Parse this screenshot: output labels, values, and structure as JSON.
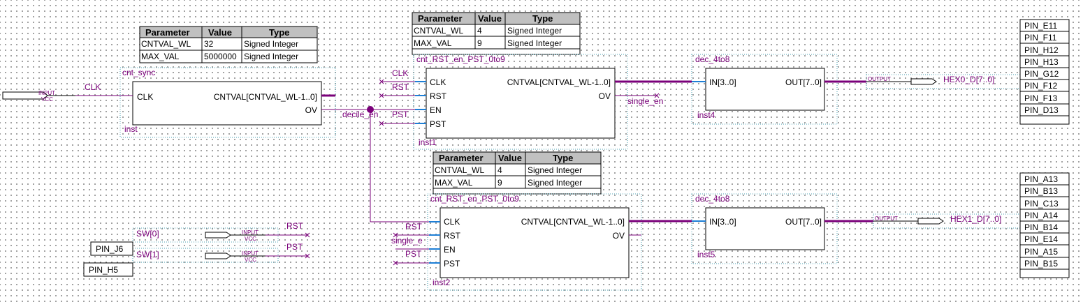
{
  "param_tables": [
    {
      "headers": [
        "Parameter",
        "Value",
        "Type"
      ],
      "rows": [
        [
          "CNTVAL_WL",
          "32",
          "Signed Integer"
        ],
        [
          "MAX_VAL",
          "5000000",
          "Signed Integer"
        ]
      ]
    },
    {
      "headers": [
        "Parameter",
        "Value",
        "Type"
      ],
      "rows": [
        [
          "CNTVAL_WL",
          "4",
          "Signed Integer"
        ],
        [
          "MAX_VAL",
          "9",
          "Signed Integer"
        ]
      ]
    },
    {
      "headers": [
        "Parameter",
        "Value",
        "Type"
      ],
      "rows": [
        [
          "CNTVAL_WL",
          "4",
          "Signed Integer"
        ],
        [
          "MAX_VAL",
          "9",
          "Signed Integer"
        ]
      ]
    }
  ],
  "blocks": [
    {
      "module": "cnt_sync",
      "instance": "inst",
      "inputs": [
        "CLK"
      ],
      "outputs": [
        "CNTVAL[CNTVAL_WL-1..0]",
        "OV"
      ]
    },
    {
      "module": "cnt_RST_en_PST_0to9",
      "instance": "inst1",
      "inputs": [
        "CLK",
        "RST",
        "EN",
        "PST"
      ],
      "outputs": [
        "CNTVAL[CNTVAL_WL-1..0]",
        "OV"
      ]
    },
    {
      "module": "cnt_RST_en_PST_0to9",
      "instance": "inst2",
      "inputs": [
        "CLK",
        "RST",
        "EN",
        "PST"
      ],
      "outputs": [
        "CNTVAL[CNTVAL_WL-1..0]",
        "OV"
      ]
    },
    {
      "module": "dec_4to8",
      "instance": "inst4",
      "inputs": [
        "IN[3..0]"
      ],
      "outputs": [
        "OUT[7..0]"
      ]
    },
    {
      "module": "dec_4to8",
      "instance": "inst5",
      "inputs": [
        "IN[3..0]"
      ],
      "outputs": [
        "OUT[7..0]"
      ]
    }
  ],
  "ports": [
    {
      "kind": "INPUT",
      "sub": "VCC",
      "name": ""
    },
    {
      "kind": "INPUT",
      "sub": "VCC",
      "name": "SW[0]"
    },
    {
      "kind": "INPUT",
      "sub": "VCC",
      "name": "SW[1]"
    },
    {
      "kind": "OUTPUT",
      "sub": "",
      "name": "HEX0_D[7..0]"
    },
    {
      "kind": "OUTPUT",
      "sub": "",
      "name": "HEX1_D[7..0]"
    }
  ],
  "net_labels": {
    "clk_main": "CLK",
    "clk_inst1": "CLK",
    "rst_inst1": "RST",
    "pst_inst1": "PST",
    "decile_en": "decile_en",
    "single_en_out": "single_en",
    "rst_inst2": "RST",
    "single_en_in": "single_e",
    "pst_inst2": "PST",
    "rst_sw": "RST",
    "pst_sw": "PST"
  },
  "pin_tags": [
    "PIN_J6",
    "PIN_H5"
  ],
  "pin_lists": [
    [
      "PIN_E11",
      "PIN_F11",
      "PIN_H12",
      "PIN_H13",
      "PIN_G12",
      "PIN_F12",
      "PIN_F13",
      "PIN_D13"
    ],
    [
      "PIN_A13",
      "PIN_B13",
      "PIN_C13",
      "PIN_A14",
      "PIN_B14",
      "PIN_E14",
      "PIN_A15",
      "PIN_B15"
    ]
  ],
  "colors": {
    "wire": "#7a007a",
    "bus": "#7a007a",
    "input_wire": "#1e7fd6",
    "dotted_frame": "#4a9fb0",
    "table_header": "#c0c0c0"
  }
}
